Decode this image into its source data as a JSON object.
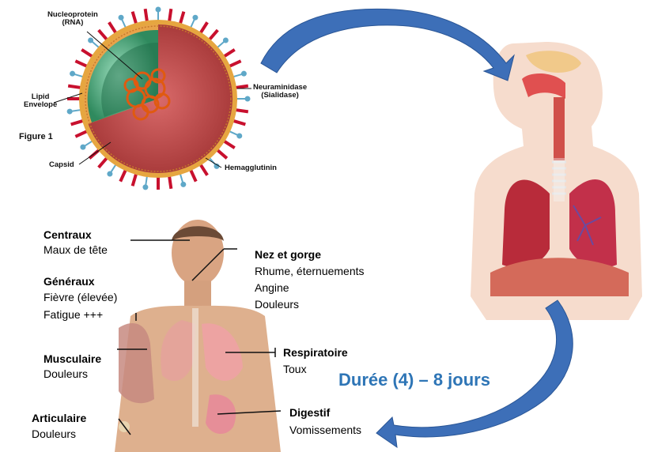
{
  "virus": {
    "nucleoprotein": "Nucleoprotein",
    "nucleoprotein_sub": "(RNA)",
    "lipid": "Lipid",
    "envelope": "Envelope",
    "figure": "Figure 1",
    "capsid": "Capsid",
    "neuraminidase": "Neuraminidase",
    "sialidase": "(Sialidase)",
    "hemagglutinin": "Hemagglutinin"
  },
  "symptoms": {
    "centraux": {
      "title": "Centraux",
      "items": [
        "Maux de tête"
      ]
    },
    "generaux": {
      "title": "Généraux",
      "items": [
        "Fièvre (élevée)",
        "Fatigue +++"
      ]
    },
    "musculaire": {
      "title": "Musculaire",
      "items": [
        "Douleurs"
      ]
    },
    "articulaire": {
      "title": "Articulaire",
      "items": [
        "Douleurs"
      ]
    },
    "nez": {
      "title": "Nez et gorge",
      "items": [
        "Rhume, éternuements",
        "Angine",
        "Douleurs"
      ]
    },
    "respiratoire": {
      "title": "Respiratoire",
      "items": [
        "Toux"
      ]
    },
    "digestif": {
      "title": "Digestif",
      "items": [
        "Vomissements"
      ]
    }
  },
  "duration": "Durée (4) – 8 jours",
  "colors": {
    "arrow": "#3d6fb8",
    "duration_text": "#2e75b6",
    "spike_red": "#c8102e",
    "spike_blue": "#5fa8c8"
  }
}
